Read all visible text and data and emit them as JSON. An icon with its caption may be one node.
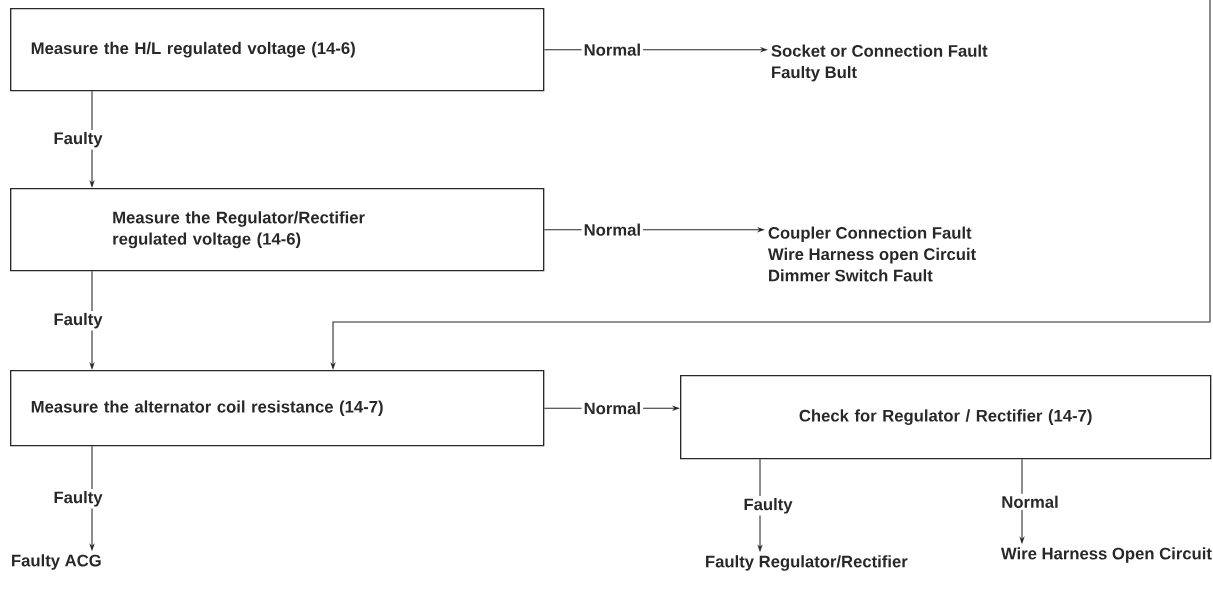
{
  "diagram": {
    "nodes": [
      {
        "text": [
          "Measure the H/L regulated voltage (14-6)"
        ]
      },
      {
        "text": [
          "Socket or Connection Fault",
          "Faulty Bult"
        ]
      },
      {
        "text": [
          "Measure the Regulator/Rectifier regulated voltage (14-6)"
        ]
      },
      {
        "text": [
          "Coupler Connection Fault",
          "Wire Harness open Circuit",
          "Dimmer Switch Fault"
        ]
      },
      {
        "text": [
          "Measure the alternator coil resistance (14-7)"
        ]
      },
      {
        "text": [
          "Check for Regulator / Rectifier (14-7)"
        ]
      },
      {
        "text": [
          "Faulty ACG"
        ]
      },
      {
        "text": [
          "Faulty Regulator/Rectifier"
        ]
      },
      {
        "text": [
          "Wire Harness Open Circuit"
        ]
      }
    ],
    "edges": [
      {
        "from": 0,
        "to": 1,
        "arrow": "to",
        "label": "Normal"
      },
      {
        "from": 0,
        "to": 2,
        "arrow": "to",
        "label": "Faulty"
      },
      {
        "from": 2,
        "to": 3,
        "arrow": "to",
        "label": "Normal"
      },
      {
        "from": 2,
        "to": 4,
        "arrow": "to",
        "label": "Faulty"
      },
      {
        "from": null,
        "to": 4,
        "arrow": "to"
      },
      {
        "from": 4,
        "to": 5,
        "arrow": "to",
        "label": "Normal"
      },
      {
        "from": 4,
        "to": 6,
        "arrow": "to",
        "label": "Faulty"
      },
      {
        "from": 5,
        "to": 7,
        "arrow": "to",
        "label": "Faulty"
      },
      {
        "from": 5,
        "to": 8,
        "arrow": "to",
        "label": "Normal"
      }
    ]
  }
}
